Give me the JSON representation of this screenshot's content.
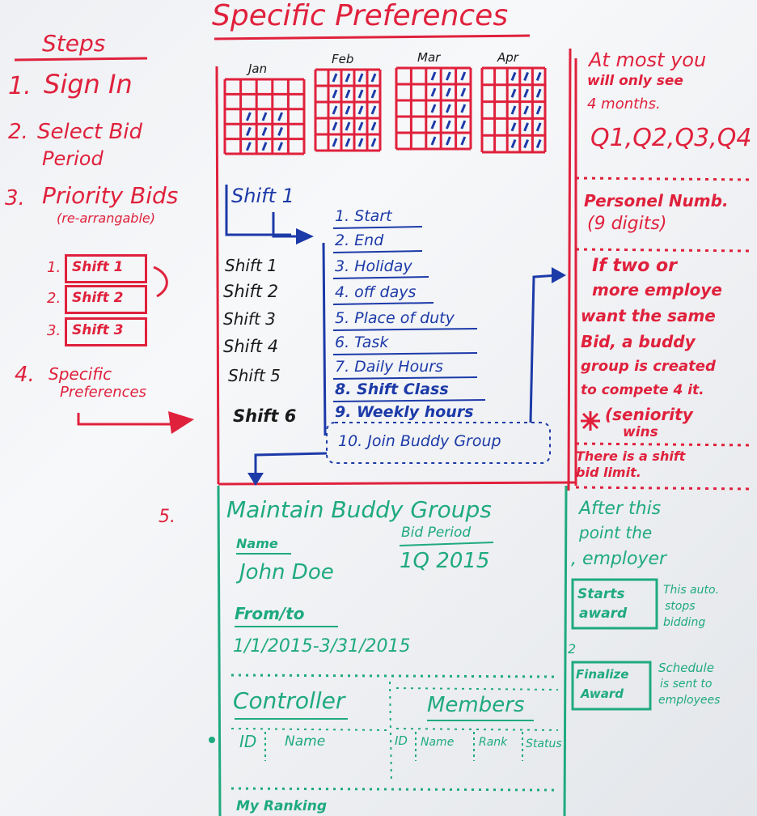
{
  "title": "Specific Preferences",
  "steps": {
    "heading": "Steps",
    "items": [
      {
        "num": "1.",
        "label": "Sign In"
      },
      {
        "num": "2.",
        "label": "Select Bid",
        "label2": "Period"
      },
      {
        "num": "3.",
        "label": "Priority Bids",
        "sub": "(re-arrangable)"
      },
      {
        "num": "4.",
        "label": "Specific",
        "label2": "Preferences"
      }
    ],
    "priority_list": [
      {
        "num": "1.",
        "label": "Shift 1"
      },
      {
        "num": "2.",
        "label": "Shift 2"
      },
      {
        "num": "3.",
        "label": "Shift 3"
      }
    ]
  },
  "months": [
    "Jan",
    "Feb",
    "Mar",
    "Apr"
  ],
  "shift_header": "Shift 1",
  "shifts": [
    "Shift 1",
    "Shift 2",
    "Shift 3",
    "Shift 4",
    "Shift 5",
    "Shift 6"
  ],
  "options": [
    "1. Start",
    "2. End",
    "3. Holiday",
    "4. off days",
    "5. Place of duty",
    "6. Task",
    "7. Daily Hours",
    "8. Shift Class",
    "9. Weekly hours",
    "10. Join Buddy Group"
  ],
  "notes": {
    "months_note": [
      "At most you",
      "will only see",
      "4 months.",
      "Q1,Q2,Q3,Q4"
    ],
    "personel": [
      "Personel Numb.",
      "(9 digits)"
    ],
    "buddy": [
      "If two or",
      "more employe",
      "want the same",
      "Bid, a buddy",
      "group is created",
      "to compete 4 it."
    ],
    "seniority": [
      "(seniority",
      "wins"
    ],
    "limit": [
      "There is a shift",
      "bid limit."
    ]
  },
  "buddy_section": {
    "step": "5.",
    "title": "Maintain Buddy Groups",
    "name_label": "Name",
    "name_value": "John Doe",
    "bid_period_label": "Bid Period",
    "bid_period_value": "1Q 2015",
    "from_to_label": "From/to",
    "from_to_value": "1/1/2015-3/31/2015",
    "controller": {
      "title": "Controller",
      "cols": [
        "ID",
        "Name"
      ]
    },
    "members": {
      "title": "Members",
      "cols": [
        "ID",
        "Name",
        "Rank",
        "Status"
      ]
    },
    "ranking": "My Ranking"
  },
  "employer_notes": {
    "intro": [
      "After this",
      "point the",
      ", employer"
    ],
    "starts_award": [
      "Starts",
      "award"
    ],
    "starts_note": [
      "This auto.",
      "stops",
      "bidding"
    ],
    "num2": "2",
    "finalize": [
      "Finalize",
      "Award"
    ],
    "finalize_note": [
      "Schedule",
      "is sent to",
      "employees"
    ]
  },
  "colors": {
    "red_marker": "#e0213c",
    "blue_marker": "#1c3aa8",
    "green_marker": "#1faa7e",
    "black_marker": "#1a1a1a",
    "board": "#eef0f3"
  }
}
